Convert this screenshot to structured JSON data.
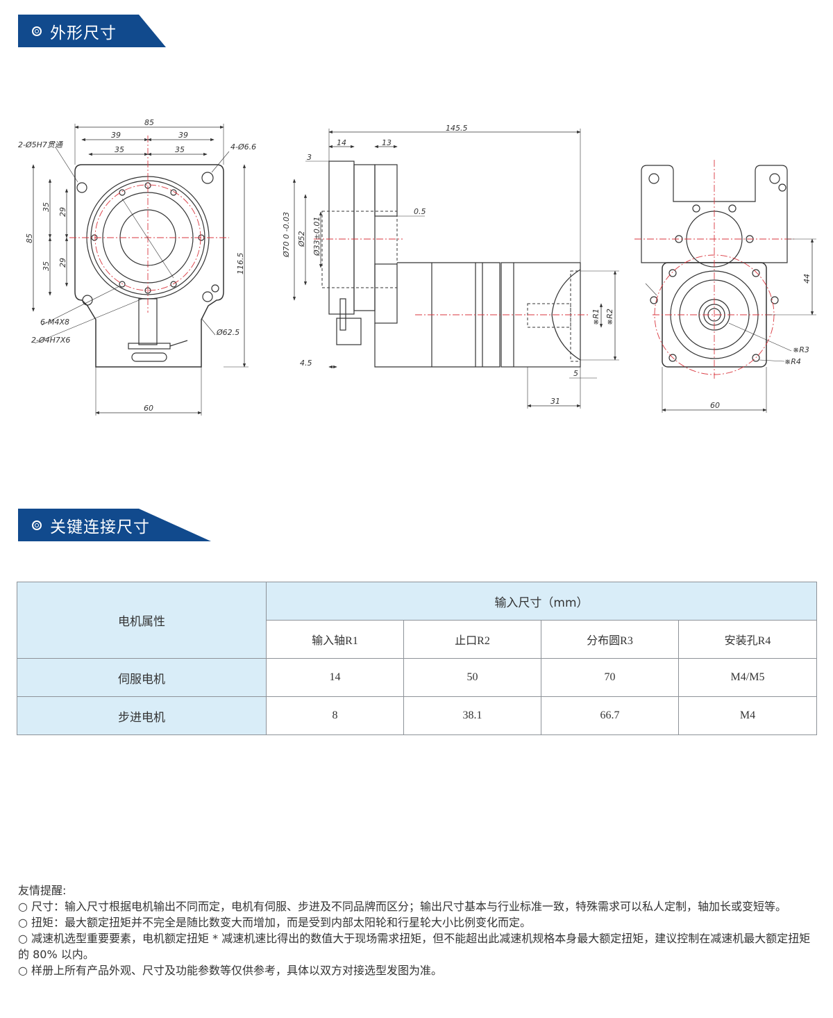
{
  "sections": {
    "outline_title": "外形尺寸",
    "connection_title": "关键连接尺寸"
  },
  "drawing": {
    "front": {
      "d85_top": "85",
      "d39_left": "39",
      "d39_right": "39",
      "d35_left": "35",
      "d35_right": "35",
      "hole_note": "2-Ø5H7贯通",
      "hole4": "4-Ø6.6",
      "d85_left": "85",
      "v35_top": "35",
      "v35_bot": "35",
      "v29_top": "29",
      "v29_bot": "29",
      "d1165": "116.5",
      "tap": "6-M4X8",
      "pin": "2-Ø4H7X6",
      "d625": "Ø62.5",
      "d60": "60"
    },
    "side": {
      "d1455": "145.5",
      "d14": "14",
      "d13": "13",
      "d3": "3",
      "d05": "0.5",
      "d70": "Ø70 0 -0.03",
      "d52": "Ø52",
      "d33": "Ø33±0.01",
      "d45": "4.5",
      "r1": "※R1",
      "r2": "※R2",
      "d5": "5",
      "d31": "31"
    },
    "input": {
      "d44": "44",
      "r3": "※R3",
      "r4": "※R4",
      "d60": "60"
    }
  },
  "table": {
    "header_left": "电机属性",
    "header_group": "输入尺寸（mm）",
    "columns": [
      "输入轴R1",
      "止口R2",
      "分布圆R3",
      "安装孔R4"
    ],
    "rows": [
      {
        "label": "伺服电机",
        "values": [
          "14",
          "50",
          "70",
          "M4/M5"
        ]
      },
      {
        "label": "步进电机",
        "values": [
          "8",
          "38.1",
          "66.7",
          "M4"
        ]
      }
    ]
  },
  "notes": {
    "title": "友情提醒:",
    "items": [
      "○ 尺寸：输入尺寸根据电机输出不同而定，电机有伺服、步进及不同品牌而区分；输出尺寸基本与行业标准一致，特殊需求可以私人定制，轴加长或变短等。",
      "○ 扭矩：最大额定扭矩并不完全是随比数变大而增加，而是受到内部太阳轮和行星轮大小比例变化而定。",
      "○ 减速机选型重要要素，电机额定扭矩 * 减速机速比得出的数值大于现场需求扭矩，但不能超出此减速机规格本身最大额定扭矩，建议控制在减速机最大额定扭矩的 80% 以内。",
      "○ 样册上所有产品外观、尺寸及功能参数等仅供参考，具体以双方对接选型发图为准。"
    ]
  },
  "colors": {
    "banner": "#114a8d",
    "table_highlight": "#d9edf8",
    "centerline": "#d9363e"
  }
}
